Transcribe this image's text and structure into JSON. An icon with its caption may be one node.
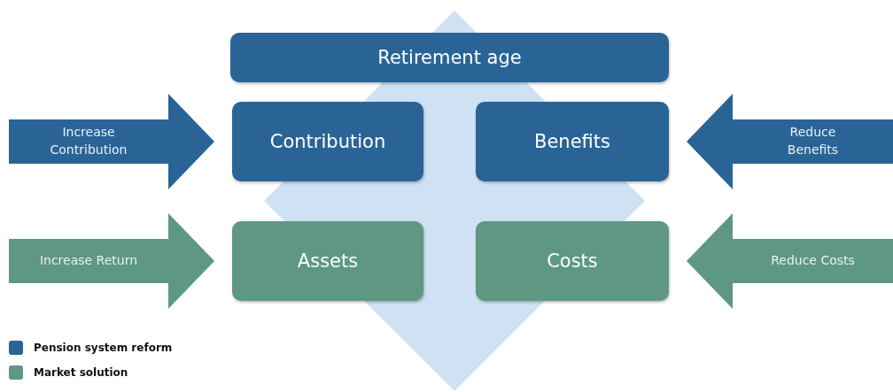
{
  "diagram": {
    "nodes": [
      {
        "text": [],
        "shape": "diamond"
      },
      {
        "text": [
          "Retirement age"
        ]
      },
      {
        "text": [
          "Contribution"
        ]
      },
      {
        "text": [
          "Benefits"
        ]
      },
      {
        "text": [
          "Assets"
        ]
      },
      {
        "text": [
          "Costs"
        ]
      }
    ],
    "edges": [
      {
        "from": null,
        "to": 2,
        "arrow": "to",
        "label": "Increase Contribution",
        "color": "#2a6496"
      },
      {
        "from": null,
        "to": 3,
        "arrow": "to",
        "label": "Reduce Benefits",
        "color": "#2a6496"
      },
      {
        "from": null,
        "to": 4,
        "arrow": "to",
        "label": "Increase Return",
        "color": "#5e9882"
      },
      {
        "from": null,
        "to": 5,
        "arrow": "to",
        "label": "Reduce Costs",
        "color": "#5e9882"
      }
    ],
    "legend": [
      {
        "text": "Pension system reform",
        "color": "#2a6496"
      },
      {
        "text": "Market solution",
        "color": "#5e9882"
      }
    ]
  }
}
